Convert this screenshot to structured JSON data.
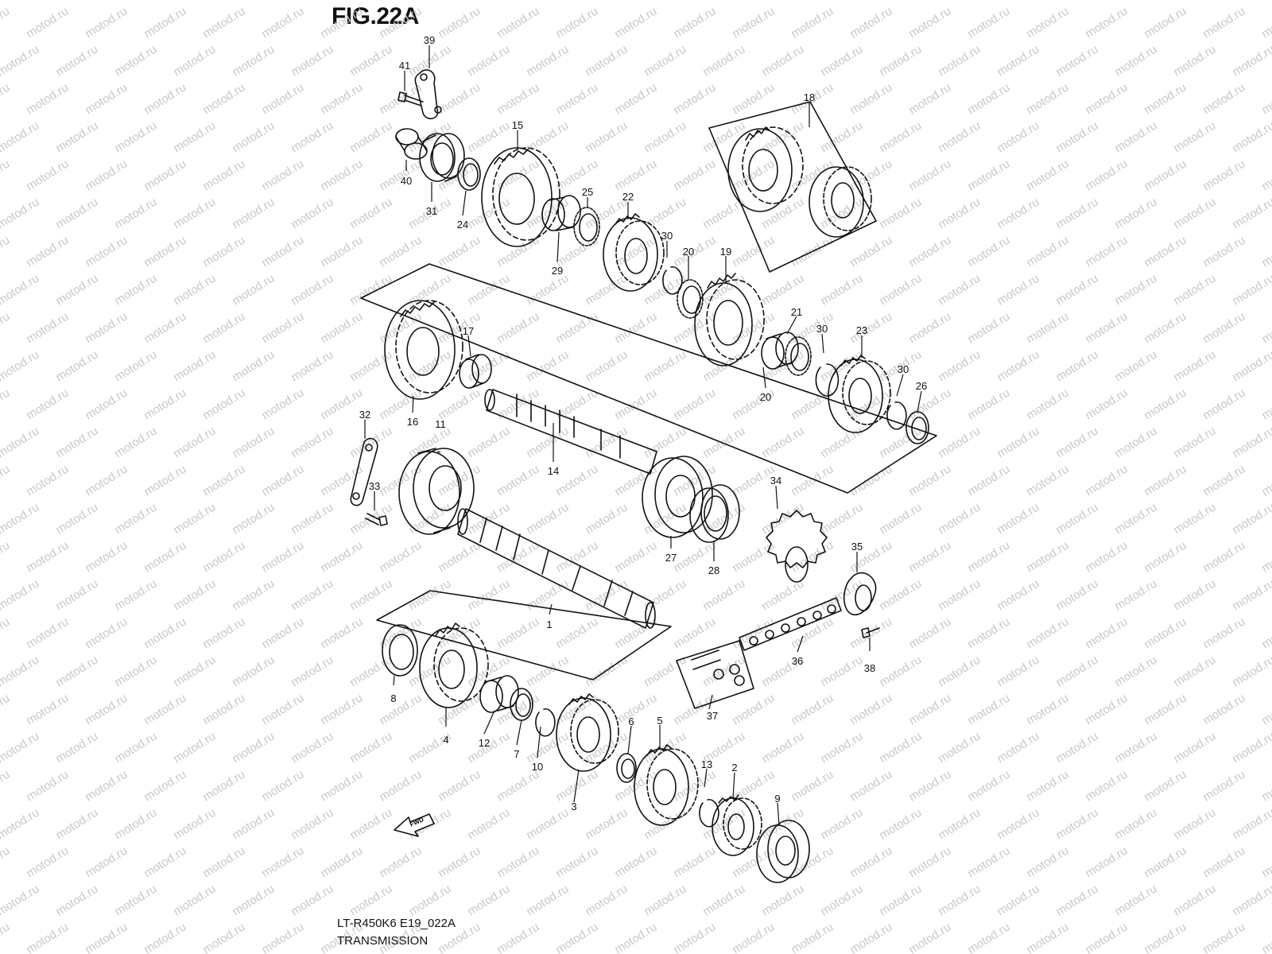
{
  "figure": {
    "title": "FIG.22A",
    "model_code": "LT-R450K6 E19_022A",
    "section": "TRANSMISSION",
    "fwd_label": "FWD",
    "watermark": "motod.ru"
  },
  "part_numbers": [
    "1",
    "2",
    "3",
    "4",
    "5",
    "6",
    "7",
    "8",
    "9",
    "10",
    "11",
    "12",
    "13",
    "14",
    "15",
    "16",
    "17",
    "18",
    "19",
    "20",
    "20",
    "21",
    "22",
    "23",
    "24",
    "25",
    "26",
    "27",
    "28",
    "29",
    "30",
    "30",
    "30",
    "31",
    "32",
    "33",
    "34",
    "35",
    "36",
    "37",
    "38",
    "39",
    "40",
    "41"
  ],
  "colors": {
    "line": "#111111",
    "watermark": "#c8c8c8",
    "background": "#ffffff"
  }
}
